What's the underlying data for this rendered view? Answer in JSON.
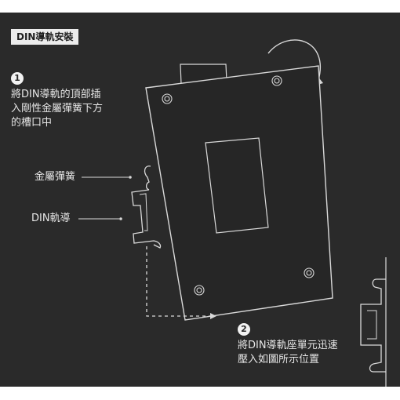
{
  "title": "DIN導軌安裝",
  "steps": [
    {
      "number": "1",
      "lines": [
        "將DIN導軌的頂部插",
        "入剛性金屬彈簧下方",
        "的槽口中"
      ]
    },
    {
      "number": "2",
      "lines": [
        "將DIN導軌座單元迅速",
        "壓入如圖所示位置"
      ]
    }
  ],
  "labels": {
    "spring": "金屬彈簧",
    "rail": "DIN軌導"
  },
  "colors": {
    "panel_bg": "#2a2a2a",
    "line": "#d9d9d9",
    "tag_bg": "#ececec",
    "device_fill": "#262626"
  }
}
